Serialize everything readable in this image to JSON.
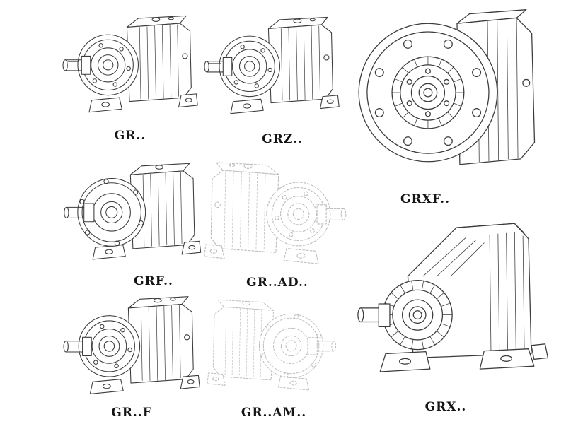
{
  "page": {
    "background": "#ffffff",
    "drawing_color": "#3c3c3c",
    "ghost_drawing_color": "#bdbdbd",
    "label_color": "#141414"
  },
  "figures": [
    {
      "label": "GR..",
      "style": "solid",
      "type": "foot-mounted helical gearbox"
    },
    {
      "label": "GRZ..",
      "style": "solid",
      "type": "foot-mounted helical gearbox"
    },
    {
      "label": "GRXF..",
      "style": "solid",
      "type": "front flange-mounted gearbox"
    },
    {
      "label": "GRF..",
      "style": "solid",
      "type": "flange + foot gearbox"
    },
    {
      "label": "GR..AD..",
      "style": "ghost",
      "type": "gearbox with input adapter (dashed)"
    },
    {
      "label": "GR..F",
      "style": "solid",
      "type": "foot-mounted helical gearbox"
    },
    {
      "label": "GR..AM..",
      "style": "ghost",
      "type": "gearbox with motor flange adapter (dashed)"
    },
    {
      "label": "GRX..",
      "style": "solid",
      "type": "large foot-mounted helical gearbox"
    }
  ]
}
